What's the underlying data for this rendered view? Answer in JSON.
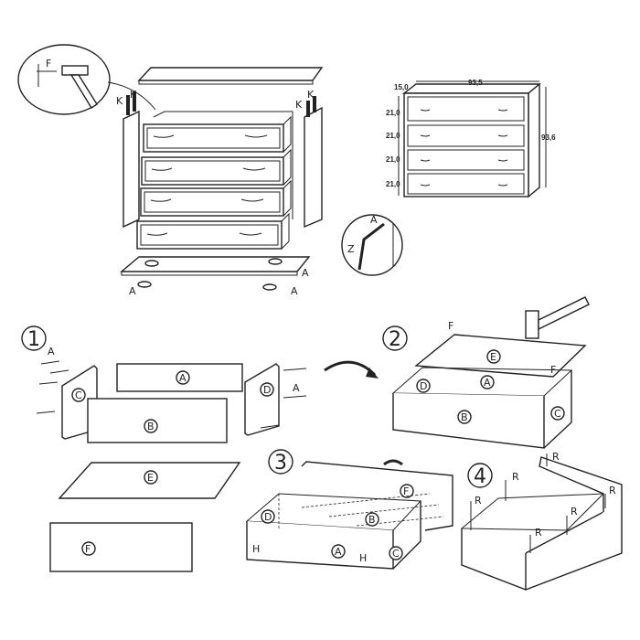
{
  "overview": {
    "detail_label": "F",
    "connector_labels": [
      "K",
      "K",
      "K",
      "K"
    ],
    "foot_label": "A"
  },
  "dimensions": {
    "depth": "15,0",
    "width": "93,5",
    "height": "93,6",
    "drawer_heights": [
      "21,0",
      "21,0",
      "21,0",
      "21,0"
    ]
  },
  "tool_detail": {
    "labels": [
      "Z",
      "A"
    ]
  },
  "steps": [
    {
      "number": "1",
      "labels": {
        "a": "A",
        "b": "B",
        "c": "C",
        "d": "D",
        "e": "E",
        "f": "F"
      }
    },
    {
      "number": "2",
      "labels": {
        "a": "A",
        "b": "B",
        "c": "C",
        "d": "D",
        "e": "E",
        "f": "F"
      }
    },
    {
      "number": "3",
      "labels": {
        "a": "A",
        "b": "B",
        "c": "C",
        "d": "D",
        "f": "F",
        "h": "H"
      }
    },
    {
      "number": "4",
      "labels": {
        "r": "R"
      }
    }
  ]
}
